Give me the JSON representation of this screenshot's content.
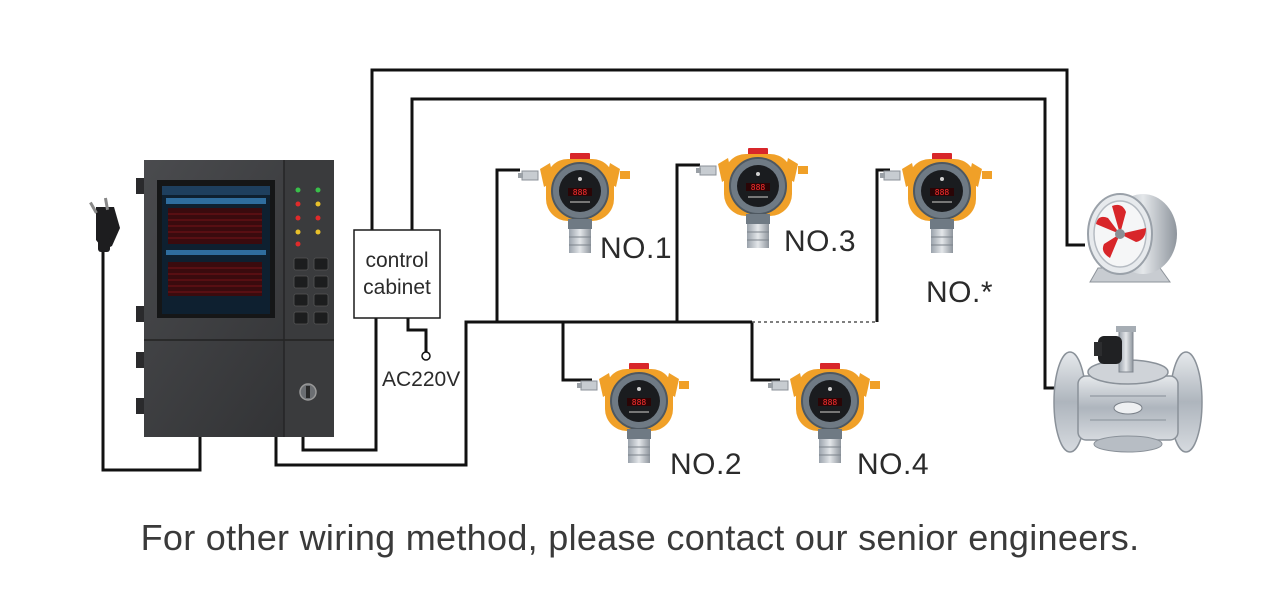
{
  "diagram": {
    "control_cabinet_label_line1": "control",
    "control_cabinet_label_line2": "cabinet",
    "power_label": "AC220V",
    "sensors": [
      {
        "label": "NO.1"
      },
      {
        "label": "NO.2"
      },
      {
        "label": "NO.3"
      },
      {
        "label": "NO.4"
      },
      {
        "label": "NO.*"
      }
    ],
    "caption": "For other wiring method, please contact our senior engineers."
  },
  "colors": {
    "wire": "#111111",
    "controller_body": "#3c3d3f",
    "sensor_housing": "#f0a028",
    "sensor_body": "#6f7a84",
    "display_red": "#e0202a",
    "fan_blade": "#d8262a",
    "valve_metal": "#b9bfc6"
  },
  "icons": [
    "plug-icon",
    "controller-icon",
    "gas-detector-icon",
    "exhaust-fan-icon",
    "solenoid-valve-icon"
  ]
}
